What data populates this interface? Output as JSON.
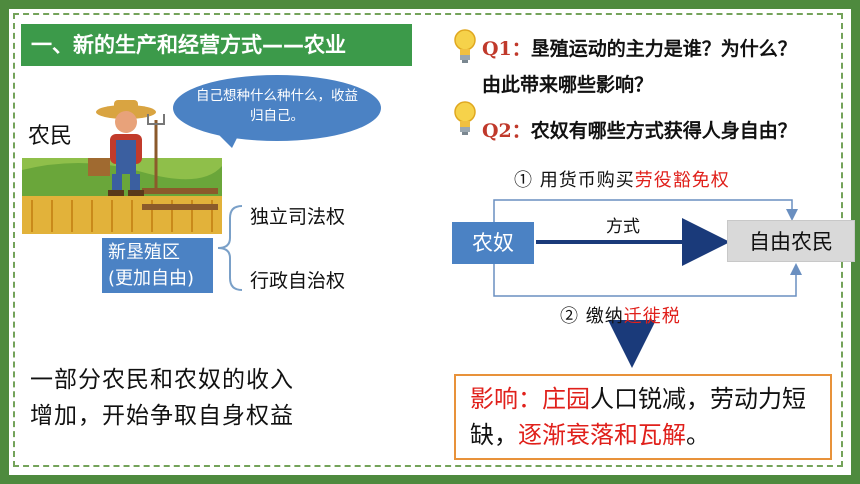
{
  "title": "一、新的生产和经营方式——农业",
  "left": {
    "peasant_label": "农民",
    "bubble_text": "自己想种什么种什么，收益归自己。",
    "new_land": {
      "line1": "新垦殖区",
      "line2": "(更加自由)"
    },
    "rights": [
      "独立司法权",
      "行政自治权"
    ],
    "summary": {
      "line1": "一部分农民和农奴的收入",
      "line2": "增加，开始争取自身权益"
    }
  },
  "questions": {
    "q1": {
      "label": "Q1：",
      "text": "垦殖运动的主力是谁？为什么？",
      "text2": "由此带来哪些影响？"
    },
    "q2": {
      "label": "Q2：",
      "text": "农奴有哪些方式获得人身自由？"
    }
  },
  "flow": {
    "from": "农奴",
    "to": "自由农民",
    "method": "方式",
    "option1": {
      "num": "①",
      "prefix": "用货币购买",
      "highlight": "劳役豁免权"
    },
    "option2": {
      "num": "②",
      "prefix": "缴纳",
      "highlight": "迁徙税"
    }
  },
  "impact": {
    "label": "影响：",
    "p1": "庄园",
    "p2": "人口锐减，劳动力短缺，",
    "p3": "逐渐衰落和瓦解",
    "p4": "。"
  },
  "colors": {
    "frame": "#4e8a3e",
    "title_bg": "#3c9a4a",
    "blue": "#4b82c4",
    "red": "#e0201b",
    "impact_border": "#e8923a",
    "arrow": "#1a3a7a"
  },
  "icons": [
    "lightbulb-icon",
    "down-arrow-icon"
  ]
}
